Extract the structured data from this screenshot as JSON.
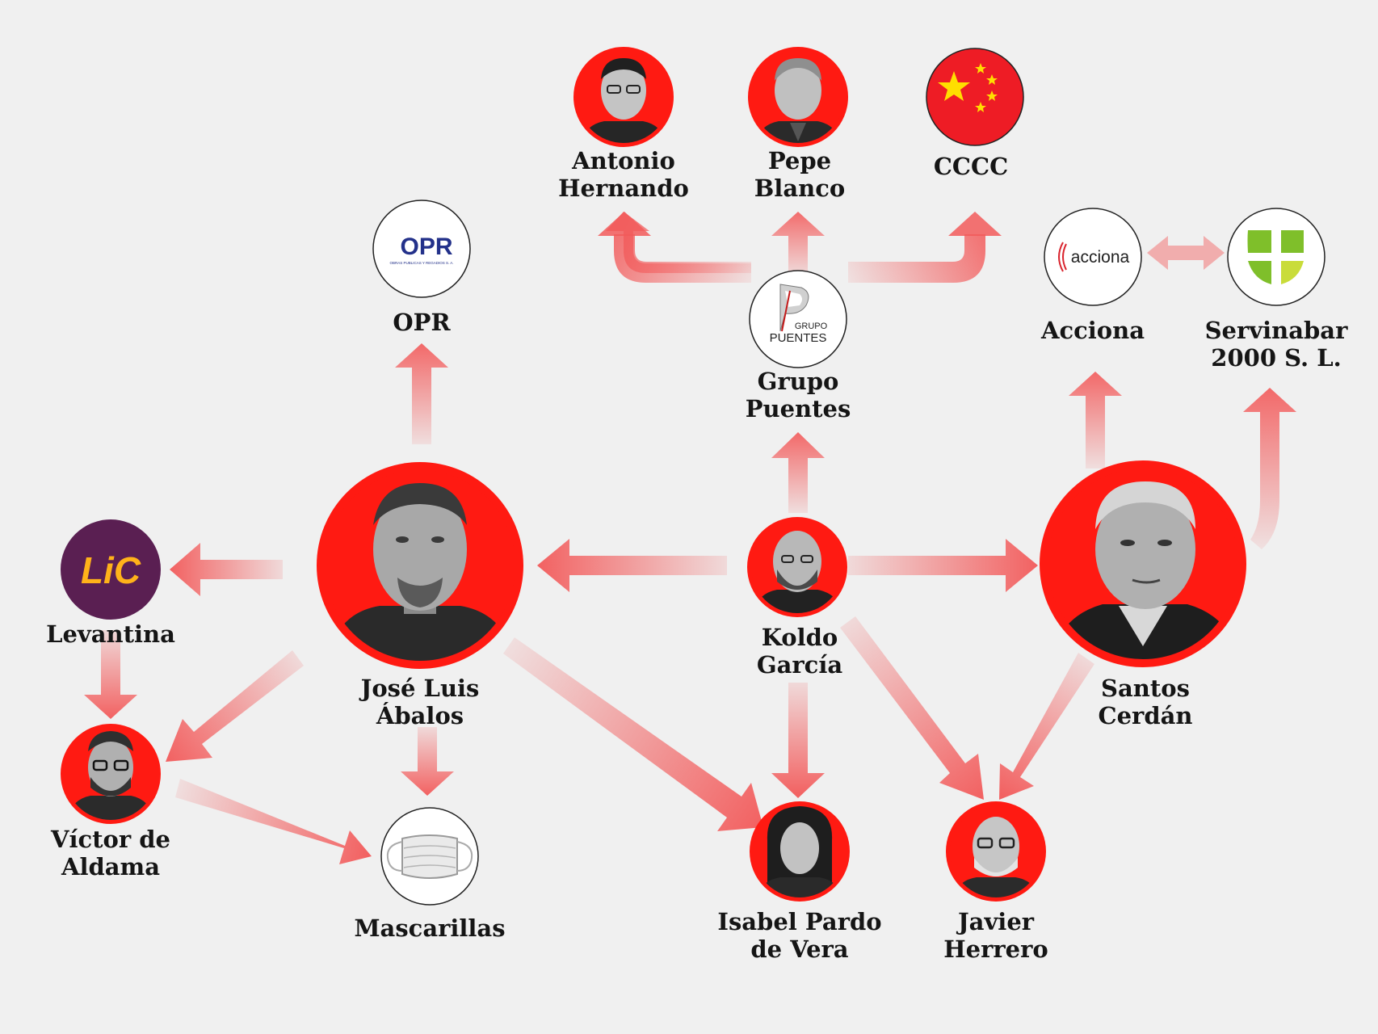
{
  "colors": {
    "background": "#f0f0f0",
    "accent_red": "#ff1a12",
    "arrow": "#f25a5a",
    "text": "#151515",
    "levantina_purple": "#5a1f52",
    "levantina_yellow": "#ffb21a",
    "servinabar_green": "#7fbf2a"
  },
  "nodes": {
    "abalos": {
      "label": [
        "José Luis",
        "Ábalos"
      ],
      "icon": "portrait-photo"
    },
    "koldo": {
      "label": [
        "Koldo",
        "García"
      ],
      "icon": "portrait-photo"
    },
    "santos": {
      "label": [
        "Santos",
        "Cerdán"
      ],
      "icon": "portrait-photo"
    },
    "levantina": {
      "label": [
        "Levantina"
      ],
      "icon": "levantina-logo",
      "logo_text": "LiC"
    },
    "aldama": {
      "label": [
        "Víctor de",
        "Aldama"
      ],
      "icon": "portrait-photo"
    },
    "mascarillas": {
      "label": [
        "Mascarillas"
      ],
      "icon": "face-mask-icon"
    },
    "opr": {
      "label": [
        "OPR"
      ],
      "icon": "opr-logo",
      "logo_text": "OPR",
      "logo_subtext": "OBRAS PUBLICAS Y REGADIOS S. A."
    },
    "grupo": {
      "label": [
        "Grupo",
        "Puentes"
      ],
      "icon": "grupo-puentes-logo",
      "logo_text": [
        "GRUPO",
        "PUENTES"
      ]
    },
    "antonio": {
      "label": [
        "Antonio",
        "Hernando"
      ],
      "icon": "portrait-photo"
    },
    "pepe": {
      "label": [
        "Pepe",
        "Blanco"
      ],
      "icon": "portrait-photo"
    },
    "cccc": {
      "label": [
        "CCCC"
      ],
      "icon": "china-flag-icon"
    },
    "acciona": {
      "label": [
        "Acciona"
      ],
      "icon": "acciona-logo",
      "logo_text": "acciona"
    },
    "servinabar": {
      "label": [
        "Servinabar",
        "2000 S. L."
      ],
      "icon": "servinabar-logo"
    },
    "isabel": {
      "label": [
        "Isabel Pardo",
        "de Vera"
      ],
      "icon": "portrait-photo"
    },
    "javier": {
      "label": [
        "Javier",
        "Herrero"
      ],
      "icon": "portrait-photo"
    }
  },
  "edges": [
    {
      "from": "koldo",
      "to": "abalos"
    },
    {
      "from": "koldo",
      "to": "santos"
    },
    {
      "from": "koldo",
      "to": "grupo"
    },
    {
      "from": "koldo",
      "to": "isabel"
    },
    {
      "from": "koldo",
      "to": "javier"
    },
    {
      "from": "abalos",
      "to": "opr"
    },
    {
      "from": "abalos",
      "to": "levantina"
    },
    {
      "from": "abalos",
      "to": "aldama"
    },
    {
      "from": "abalos",
      "to": "mascarillas"
    },
    {
      "from": "abalos",
      "to": "isabel"
    },
    {
      "from": "levantina",
      "to": "aldama"
    },
    {
      "from": "aldama",
      "to": "mascarillas"
    },
    {
      "from": "grupo",
      "to": "antonio"
    },
    {
      "from": "grupo",
      "to": "pepe"
    },
    {
      "from": "grupo",
      "to": "cccc"
    },
    {
      "from": "santos",
      "to": "acciona"
    },
    {
      "from": "santos",
      "to": "servinabar"
    },
    {
      "from": "santos",
      "to": "javier"
    },
    {
      "from": "acciona",
      "to": "servinabar",
      "bidirectional": true
    }
  ]
}
